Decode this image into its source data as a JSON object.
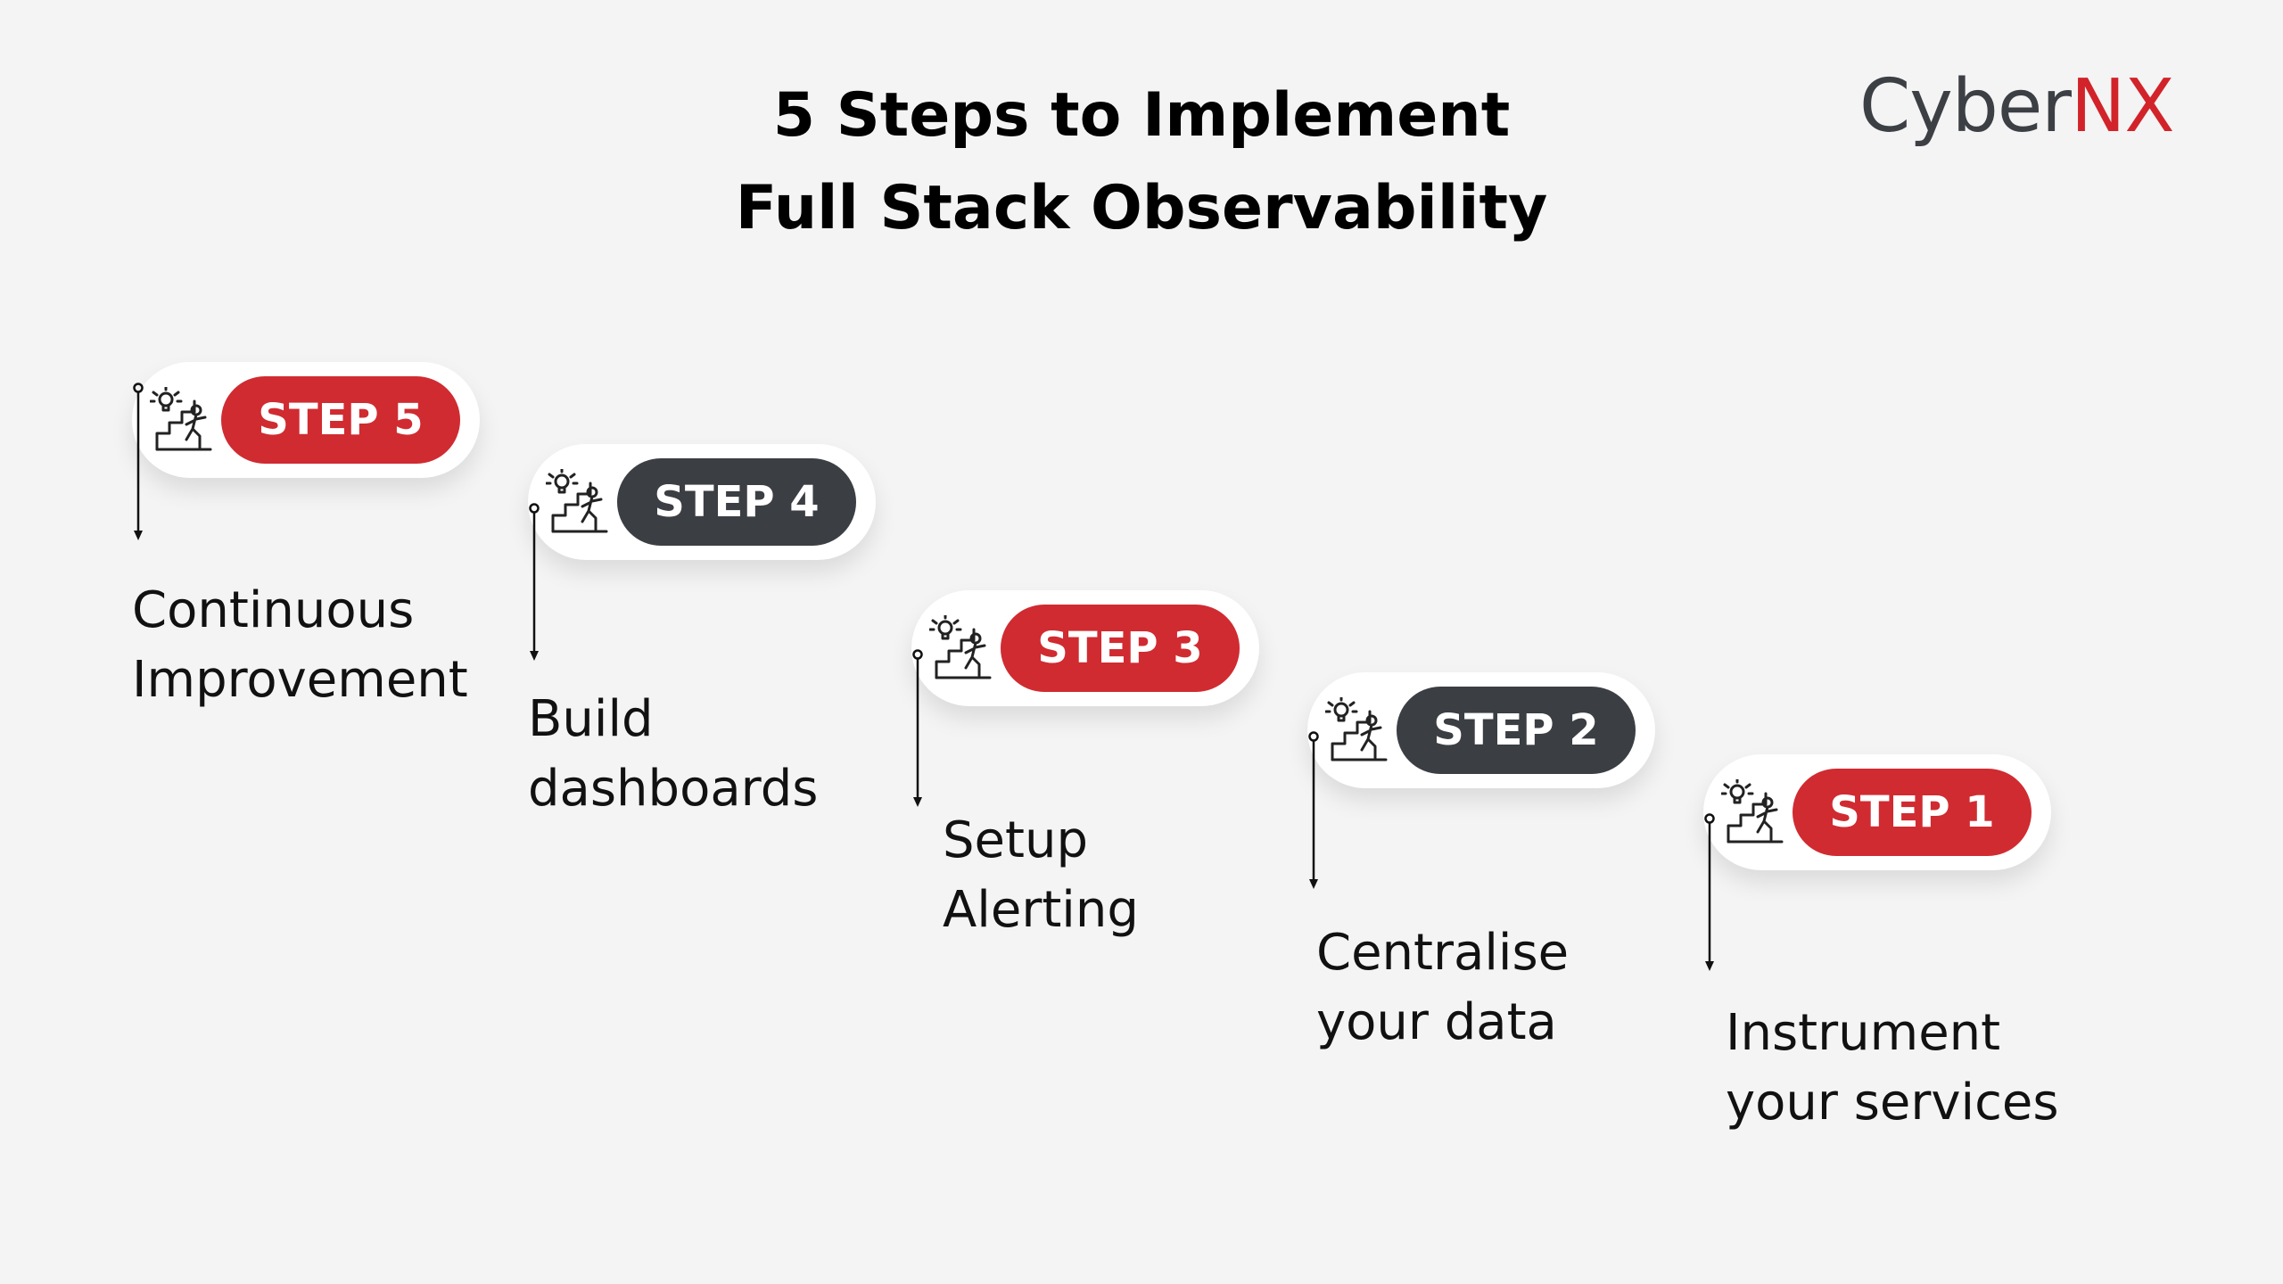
{
  "title": {
    "line1": "5 Steps to Implement",
    "line2": "Full Stack Observability"
  },
  "logo": {
    "part1": "Cyber",
    "part2": "NX"
  },
  "colors": {
    "background": "#f4f4f4",
    "red": "#d02b31",
    "dark": "#3b3e43",
    "logo_dark": "#3c3f44",
    "logo_red": "#d2232a"
  },
  "steps": [
    {
      "badge": "STEP 5",
      "line1": "Continuous",
      "line2": "Improvement",
      "color": "red",
      "icon": "stairs-climber-idea-icon"
    },
    {
      "badge": "STEP 4",
      "line1": "Build",
      "line2": "dashboards",
      "color": "dark",
      "icon": "stairs-climber-idea-icon"
    },
    {
      "badge": "STEP 3",
      "line1": "Setup",
      "line2": "Alerting",
      "color": "red",
      "icon": "stairs-climber-idea-icon"
    },
    {
      "badge": "STEP 2",
      "line1": "Centralise",
      "line2": "your data",
      "color": "dark",
      "icon": "stairs-climber-idea-icon"
    },
    {
      "badge": "STEP 1",
      "line1": "Instrument",
      "line2": "your services",
      "color": "red",
      "icon": "stairs-climber-idea-icon"
    }
  ]
}
